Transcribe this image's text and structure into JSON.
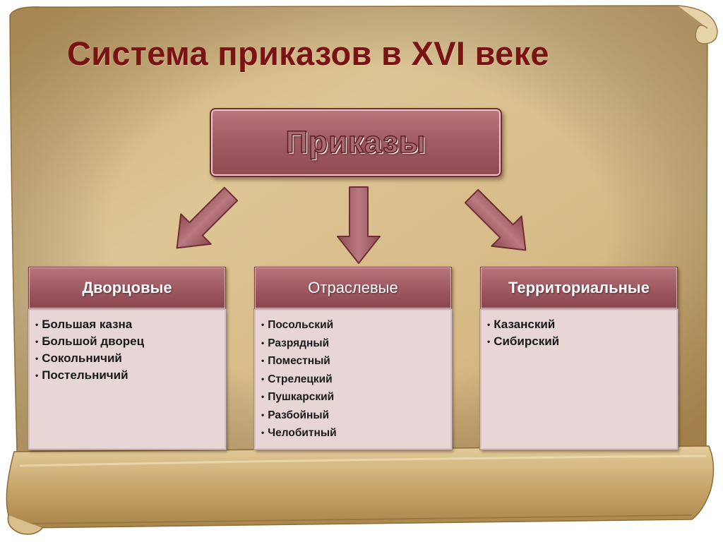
{
  "title": "Система приказов в  XVI веке",
  "root": {
    "label": "Приказы"
  },
  "columns": [
    {
      "header": "Дворцовые",
      "items": [
        "Большая казна",
        "Большой дворец",
        "Сокольничий",
        "Постельничий"
      ]
    },
    {
      "header": "Отраслевые",
      "items": [
        "Посольский",
        "Разрядный",
        "Поместный",
        "Стрелецкий",
        "Пушкарский",
        "Разбойный",
        "Челобитный"
      ]
    },
    {
      "header": "Территориальные",
      "items": [
        "Казанский",
        "Сибирский"
      ]
    }
  ],
  "colors": {
    "title": "#7a1414",
    "parchment": "#d8bd8c",
    "box_fill": "#a35d64",
    "list_fill": "#e8d6d7"
  }
}
